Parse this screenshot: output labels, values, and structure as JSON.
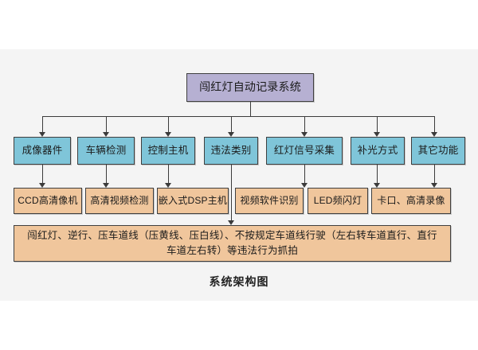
{
  "diagram": {
    "caption": "系统架构图",
    "root": {
      "label": "闯红灯自动记录系统",
      "color": "#b6b0d2"
    },
    "level2_color": "#7fc5d9",
    "level3_color": "#f0c69c",
    "level2": [
      {
        "label": "成像器件"
      },
      {
        "label": "车辆检测"
      },
      {
        "label": "控制主机"
      },
      {
        "label": "违法类别"
      },
      {
        "label": "红灯信号采集"
      },
      {
        "label": "补光方式"
      },
      {
        "label": "其它功能"
      }
    ],
    "level3": [
      {
        "label": "CCD高清像机"
      },
      {
        "label": "高清视频检测"
      },
      {
        "label": "嵌入式DSP主机"
      },
      {
        "label": "视频软件识别"
      },
      {
        "label": "LED频闪灯"
      },
      {
        "label": "卡口、高清录像"
      }
    ],
    "detail_box": {
      "label": "闯红灯、逆行、压车道线（压黄线、压白线）、不按规定车道线行驶（左右转车道直行、直行车道左右转）等违法行为抓拍"
    }
  }
}
